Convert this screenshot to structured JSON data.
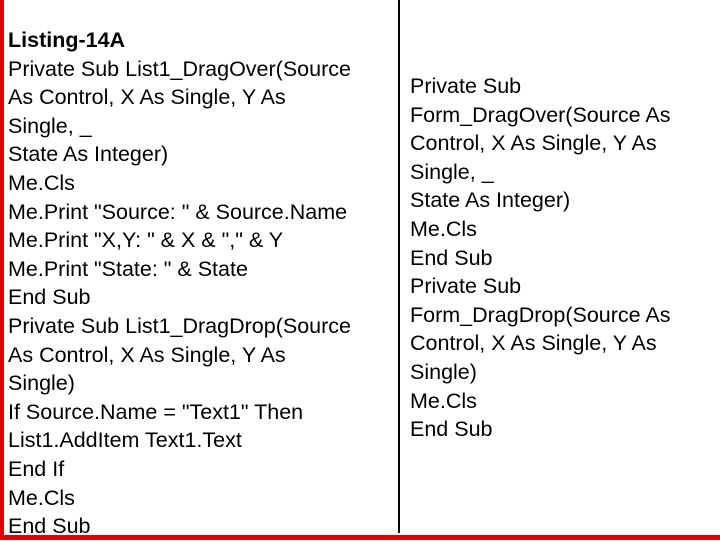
{
  "page": {
    "background": "#ffffff",
    "text_color": "#000000"
  },
  "borders": {
    "left_accent_color": "#e00000",
    "bottom_accent_color": "#e00000",
    "divider_color": "#000000"
  },
  "left_column": {
    "title": "Listing-14A",
    "lines": [
      "Private Sub List1_DragOver(Source",
      "As Control, X As Single, Y As",
      "Single, _",
      "State As Integer)",
      "Me.Cls",
      "Me.Print \"Source: \" & Source.Name",
      "Me.Print \"X,Y: \" & X & \",\" & Y",
      "Me.Print \"State: \" & State",
      "End Sub",
      "Private Sub List1_DragDrop(Source",
      "As Control, X As Single, Y As",
      "Single)",
      "If Source.Name = \"Text1\" Then",
      "List1.AddItem Text1.Text",
      "End If",
      "Me.Cls",
      "End Sub"
    ]
  },
  "right_column": {
    "lines": [
      "Private Sub",
      "Form_DragOver(Source As",
      "Control, X As Single, Y As",
      "Single, _",
      "State As Integer)",
      "Me.Cls",
      "End Sub",
      "Private Sub",
      "Form_DragDrop(Source As",
      "Control, X As Single, Y As",
      "Single)",
      "Me.Cls",
      "End Sub"
    ]
  }
}
